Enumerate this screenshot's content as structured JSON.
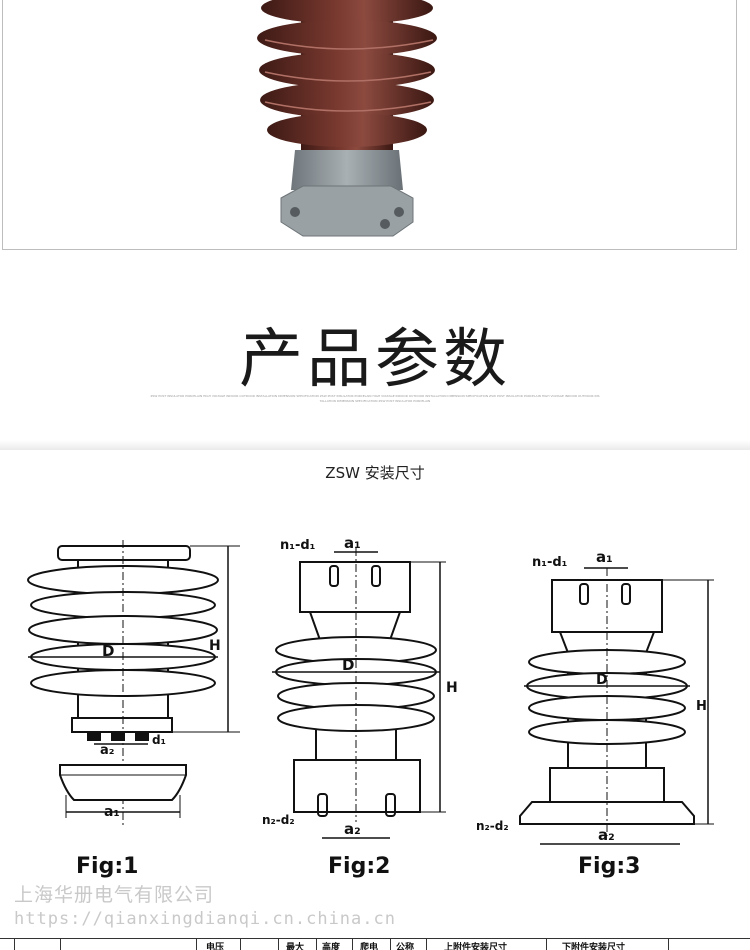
{
  "section_title": "产品参数",
  "fine_print": "ZSW POST INSULATOR PORCELAIN HIGH VOLTAGE INDOOR OUTDOOR INSTALLATION DIMENSION SPECIFICATION ZSW POST INSULATOR PORCELAIN HIGH VOLTAGE INDOOR OUTDOOR INSTALLATION DIMENSION SPECIFICATION ZSW POST INSULATOR PORCELAIN HIGH VOLTAGE INDOOR OUTDOOR INSTALLATION DIMENSION SPECIFICATION ZSW POST INSULATOR PORCELAIN",
  "drawing": {
    "title": "ZSW 安装尺寸",
    "figures": [
      {
        "label": "Fig:1"
      },
      {
        "label": "Fig:2"
      },
      {
        "label": "Fig:3"
      }
    ],
    "dims": {
      "D": "D",
      "H": "H",
      "a1": "a₁",
      "a2": "a₂",
      "d1": "d₁",
      "n1d1": "n₁-d₁",
      "n2d2": "n₂-d₂"
    }
  },
  "watermark": {
    "company": "上海华册电气有限公司",
    "url": "https://qianxingdianqi.cn.china.cn"
  },
  "table_headers": [
    "电压",
    "最大",
    "高度",
    "爬电",
    "公称",
    "上附件安装尺寸",
    "下附件安装尺寸"
  ],
  "colors": {
    "porcelain": "#5b2a22",
    "porcelain_highlight": "#8a4a3e",
    "flange": "#8f969b",
    "line": "#111111"
  }
}
